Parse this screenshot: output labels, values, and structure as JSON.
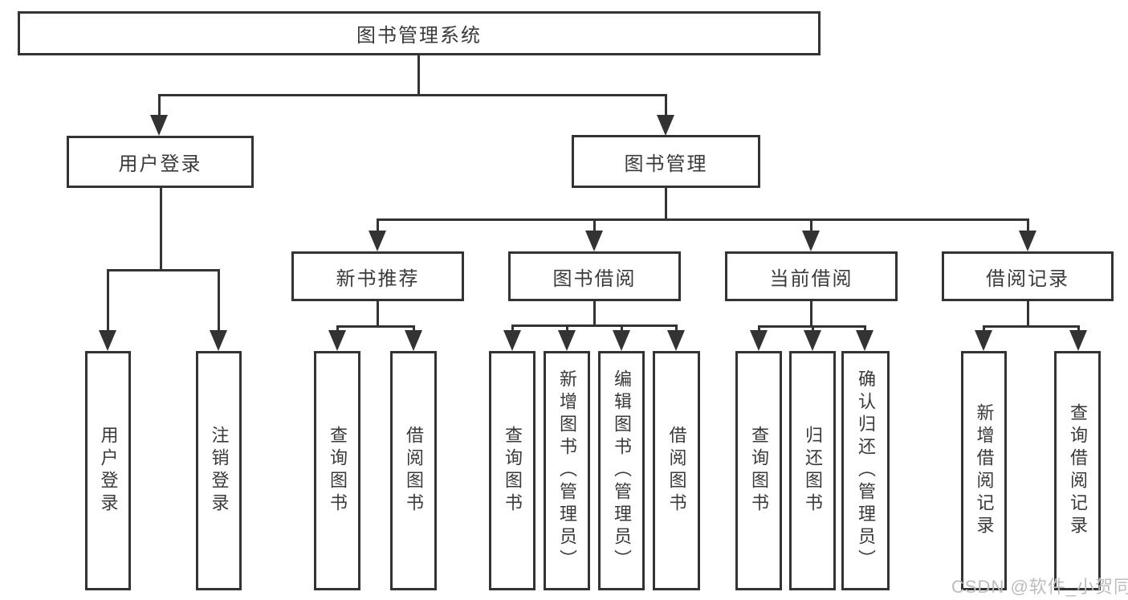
{
  "nodes": {
    "root": "图书管理系统",
    "user_login": "用户登录",
    "book_mgmt": "图书管理",
    "new_book_rec": "新书推荐",
    "book_borrow": "图书借阅",
    "current_borrow": "当前借阅",
    "borrow_record": "借阅记录",
    "login": "用户登录",
    "logout": "注销登录",
    "rec_query_book": "查询图书",
    "rec_borrow_book": "借阅图书",
    "bb_query_book": "查询图书",
    "bb_add_book": "新增图书（管理员）",
    "bb_edit_book": "编辑图书（管理员）",
    "bb_borrow_book": "借阅图书",
    "cb_query_book": "查询图书",
    "cb_return_book": "归还图书",
    "cb_confirm_return": "确认归还（管理员）",
    "br_add_record": "新增借阅记录",
    "br_query_record": "查询借阅记录"
  },
  "watermark": "CSDN @软件_小贺同学",
  "colors": {
    "line": "#333333",
    "text": "#3a3a3a",
    "watermark": "#bdbdbd",
    "background": "#ffffff"
  }
}
